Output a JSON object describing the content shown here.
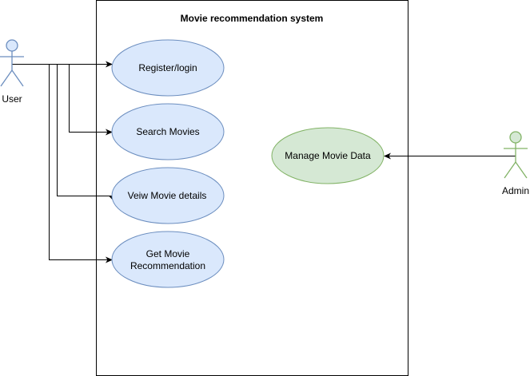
{
  "diagram": {
    "system": {
      "title": "Movie recommendation system"
    },
    "actors": {
      "user": {
        "label": "User",
        "color": "#6c8ebf",
        "fill": "#dae8fc"
      },
      "admin": {
        "label": "Admin",
        "color": "#82b366",
        "fill": "#d5e8d4"
      }
    },
    "use_cases": {
      "register_login": {
        "label": "Register/login"
      },
      "search_movies": {
        "label": "Search Movies"
      },
      "view_movie_details": {
        "label": "Veiw Movie details"
      },
      "get_recommendation": {
        "line1": "Get Movie",
        "line2": "Recommendation"
      },
      "manage_movie_data": {
        "label": "Manage Movie Data"
      }
    },
    "colors": {
      "user_case_fill": "#dae8fc",
      "user_case_stroke": "#6c8ebf",
      "admin_case_fill": "#d5e8d4",
      "admin_case_stroke": "#82b366",
      "line": "#000000"
    }
  }
}
